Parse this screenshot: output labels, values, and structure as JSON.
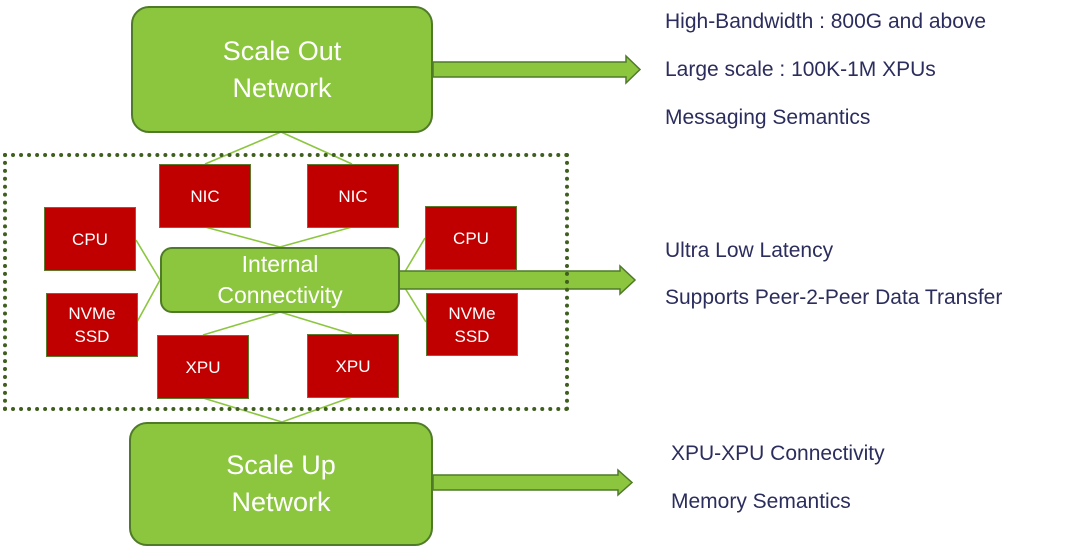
{
  "diagram": {
    "colors": {
      "network_fill": "#8cc63f",
      "network_border": "#4f7a28",
      "component_fill": "#c00000",
      "connector": "#8cc63f",
      "text_dark": "#2b2d5c",
      "dotted_border": "#3f5f1f"
    },
    "scale_out": {
      "label_line1": "Scale Out",
      "label_line2": "Network",
      "features": [
        "High-Bandwidth  : 800G and above",
        "Large scale : 100K-1M XPUs",
        "Messaging Semantics"
      ]
    },
    "node": {
      "internal": {
        "label_line1": "Internal",
        "label_line2": "Connectivity"
      },
      "nic_left": "NIC",
      "nic_right": "NIC",
      "cpu_left": "CPU",
      "cpu_right": "CPU",
      "nvme_left": {
        "line1": "NVMe",
        "line2": "SSD"
      },
      "nvme_right": {
        "line1": "NVMe",
        "line2": "SSD"
      },
      "xpu_left": "XPU",
      "xpu_right": "XPU",
      "features": [
        "Ultra Low Latency",
        "Supports Peer-2-Peer Data Transfer"
      ]
    },
    "scale_up": {
      "label_line1": "Scale Up",
      "label_line2": "Network",
      "features": [
        "XPU-XPU Connectivity",
        "Memory Semantics"
      ]
    }
  }
}
